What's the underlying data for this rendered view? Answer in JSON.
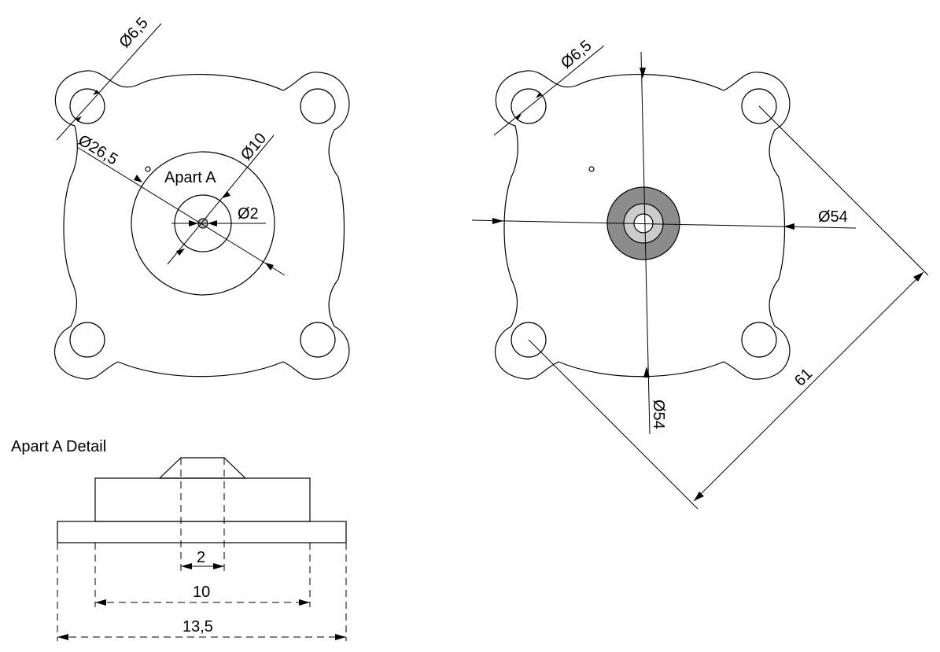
{
  "left_view": {
    "dim_hole": "Ø6,5",
    "dim_outer_circle": "Ø26,5",
    "dim_inner_circle": "Ø10",
    "dim_center_hole": "Ø2",
    "part_label": "Apart A"
  },
  "right_view": {
    "dim_hole": "Ø6,5",
    "dim_horizontal": "Ø54",
    "dim_vertical": "Ø54",
    "dim_diagonal": "61"
  },
  "detail": {
    "title": "Apart A Detail",
    "dim_small": "2",
    "dim_middle": "10",
    "dim_overall": "13,5"
  },
  "colors": {
    "ring_outer": "#8c8c8c",
    "ring_inner": "#cccccc"
  }
}
